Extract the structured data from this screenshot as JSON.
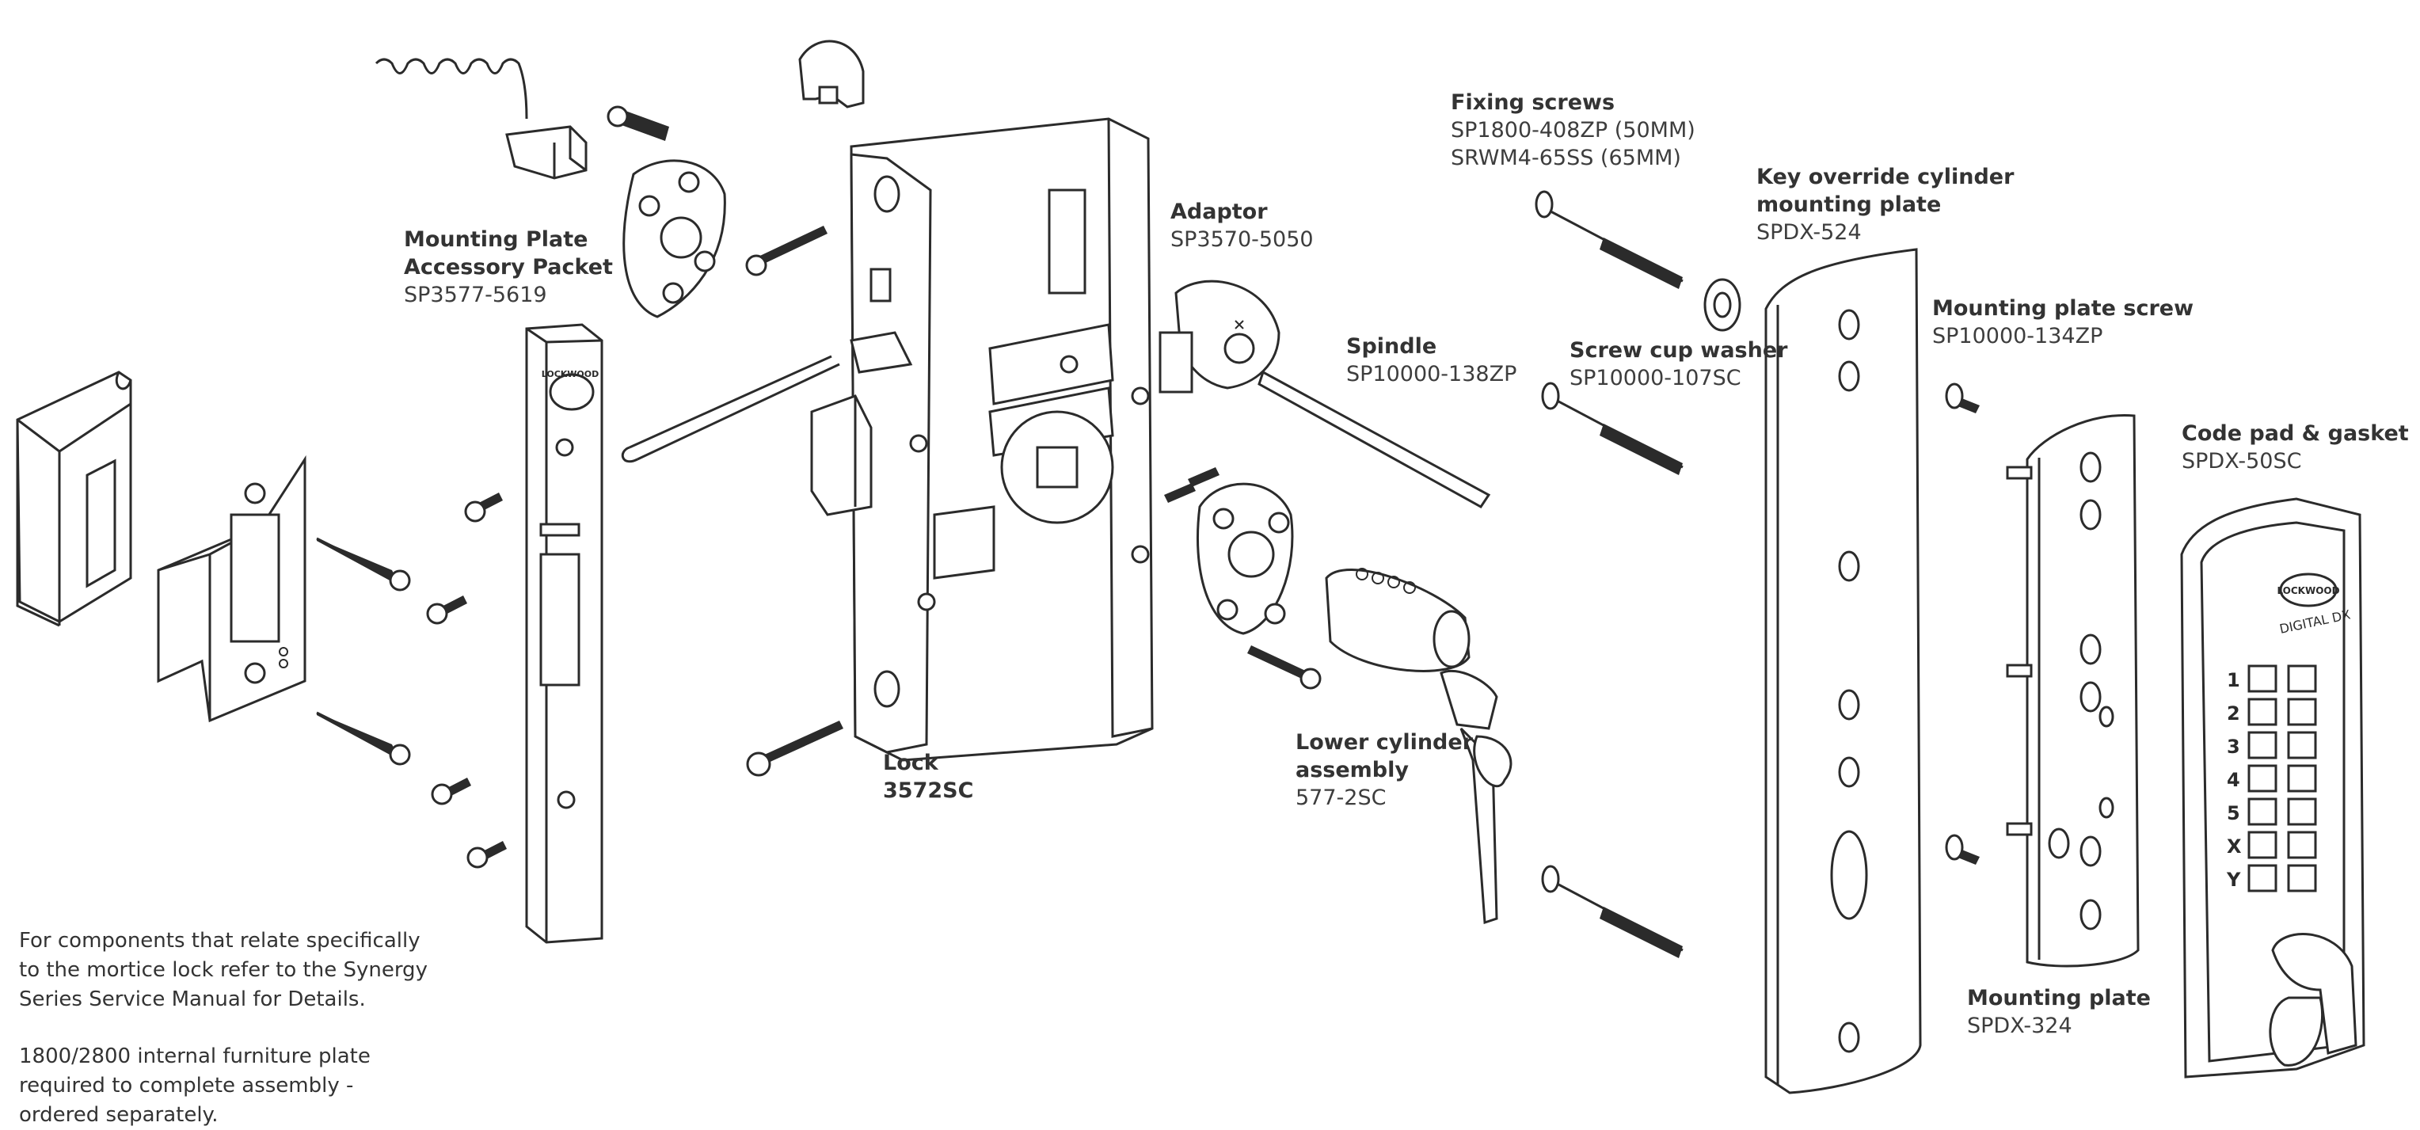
{
  "labels": {
    "mounting_plate_accessory": {
      "title_1": "Mounting Plate",
      "title_2": "Accessory Packet",
      "code": "SP3577-5619"
    },
    "lock": {
      "title": "Lock",
      "code": "3572SC"
    },
    "adaptor": {
      "title": "Adaptor",
      "code": "SP3570-5050"
    },
    "spindle": {
      "title": "Spindle",
      "code": "SP10000-138ZP"
    },
    "fixing_screws": {
      "title": "Fixing screws",
      "code_1": "SP1800-408ZP (50MM)",
      "code_2": "SRWM4-65SS (65MM)"
    },
    "screw_cup_washer": {
      "title": "Screw cup washer",
      "code": "SP10000-107SC"
    },
    "key_override_plate": {
      "title_1": "Key override cylinder",
      "title_2": "mounting plate",
      "code": "SPDX-524"
    },
    "mounting_plate_screw": {
      "title": "Mounting plate screw",
      "code": "SP10000-134ZP"
    },
    "code_pad": {
      "title": "Code pad & gasket",
      "code": "SPDX-50SC"
    },
    "mounting_plate": {
      "title": "Mounting plate",
      "code": "SPDX-324"
    },
    "lower_cylinder": {
      "title_1": "Lower cylinder",
      "title_2": "assembly",
      "code": "577-2SC"
    }
  },
  "notes": {
    "note_1": [
      "For components that relate specifically",
      "to the mortice lock refer to the Synergy",
      "Series Service Manual for Details."
    ],
    "note_2": [
      "1800/2800 internal furniture plate",
      "required to complete assembly -",
      "ordered separately."
    ]
  },
  "keypad": {
    "brand": "LOCKWOOD",
    "model": "DIGITAL DX",
    "row_labels": [
      "1",
      "2",
      "3",
      "4",
      "5",
      "X",
      "Y"
    ]
  },
  "strike_plate_brand": "LOCKWOOD",
  "colors": {
    "line": "#2b2b2b",
    "text": "#333333",
    "background": "#ffffff"
  }
}
